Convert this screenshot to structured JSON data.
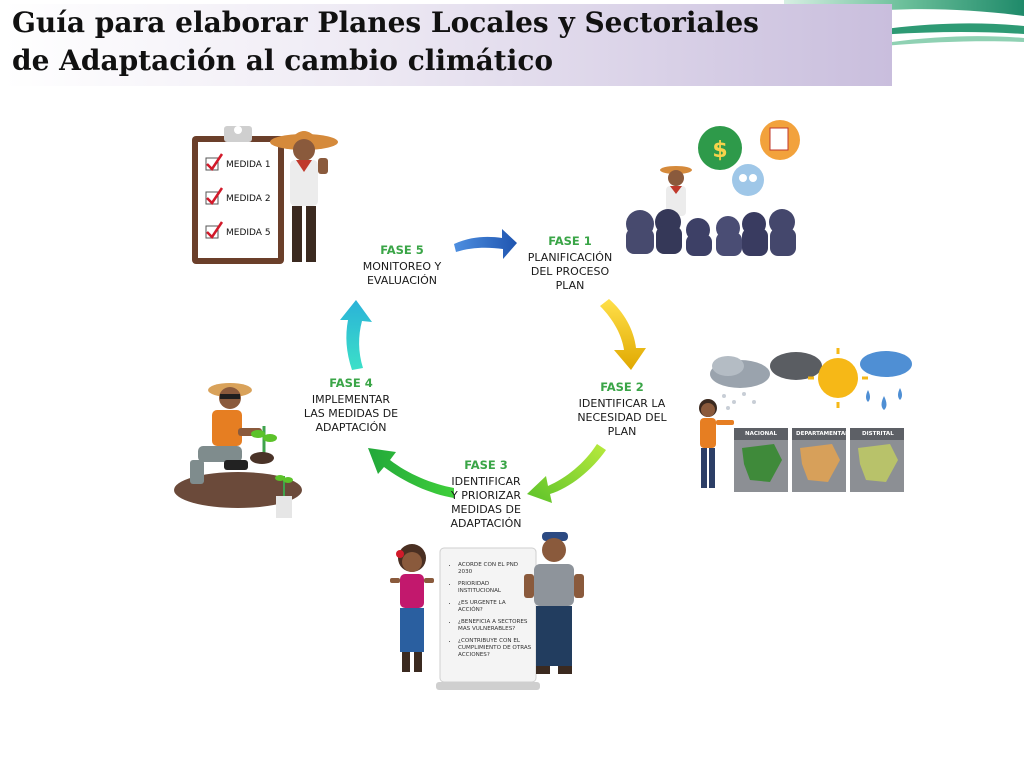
{
  "slide": {
    "title_line1": "Guía para elaborar Planes Locales y Sectoriales",
    "title_line2": "de Adaptación al cambio climático"
  },
  "phases": [
    {
      "label": "FASE 1",
      "text": "PLANIFICACIÓN\nDEL PROCESO\nPLAN"
    },
    {
      "label": "FASE 2",
      "text": "IDENTIFICAR LA\nNECESIDAD DEL\nPLAN"
    },
    {
      "label": "FASE 3",
      "text": "IDENTIFICAR\nY PRIORIZAR\nMEDIDAS DE\nADAPTACIÓN"
    },
    {
      "label": "FASE 4",
      "text": "IMPLEMENTAR\nLAS MEDIDAS DE\nADAPTACIÓN"
    },
    {
      "label": "FASE 5",
      "text": "MONITOREO Y\nEVALUACIÓN"
    }
  ],
  "checklist": [
    "MEDIDA 1",
    "MEDIDA 2",
    "MEDIDA 5"
  ],
  "signs": [
    "NACIONAL",
    "DEPARTAMENTAL",
    "DISTRITAL"
  ],
  "board_items": [
    "ACORDE CON EL PND 2030",
    "PRIORIDAD INSTITUCIONAL",
    "¿ES URGENTE LA ACCIÓN?",
    "¿BENEFICIA A SECTORES MAS VULNERABLES?",
    "¿CONTRIBUYE CON EL CUMPLIMIENTO DE OTRAS ACCIONES?"
  ],
  "colors": {
    "phase_label": "#3aa547",
    "arrow_blue": "#2f6fc8",
    "arrow_yellow": "#f2c500",
    "arrow_lime": "#7fd32a",
    "arrow_green": "#3fc43a",
    "arrow_teal": "#2cc6c0"
  }
}
